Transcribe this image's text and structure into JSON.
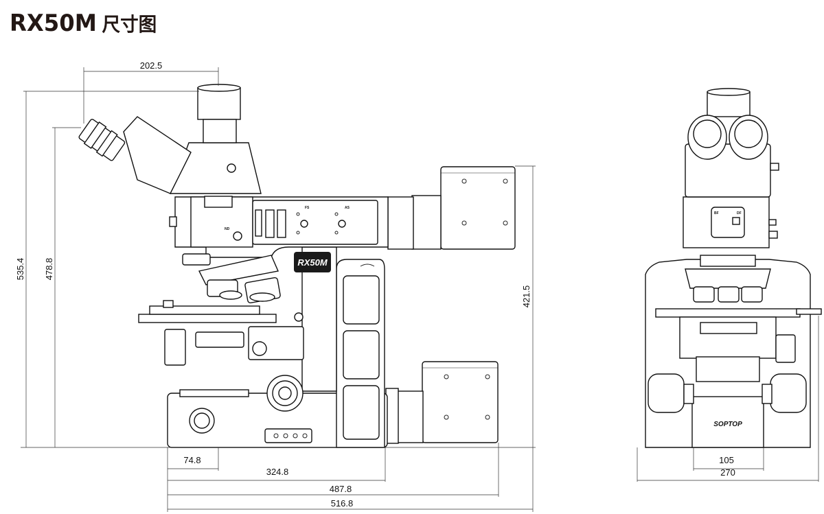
{
  "title": {
    "model": "RX50M",
    "subtitle": "尺寸图"
  },
  "side_view": {
    "badge": "RX50M",
    "panel_labels": {
      "nd": "ND",
      "fs": "FS",
      "as": "AS"
    },
    "dimensions": {
      "eyepiece_offset": "202.5",
      "total_height": "535.4",
      "eyepiece_height": "478.8",
      "lamp_height": "421.5",
      "front_to_focus": "74.8",
      "base_to_pillar": "324.8",
      "base_to_lamp": "487.8",
      "total_depth": "516.8"
    }
  },
  "front_view": {
    "brand": "SOPTOP",
    "slider_labels": {
      "bf": "BF",
      "df": "DF"
    },
    "dimensions": {
      "foot_width": "105",
      "total_width": "270"
    }
  }
}
